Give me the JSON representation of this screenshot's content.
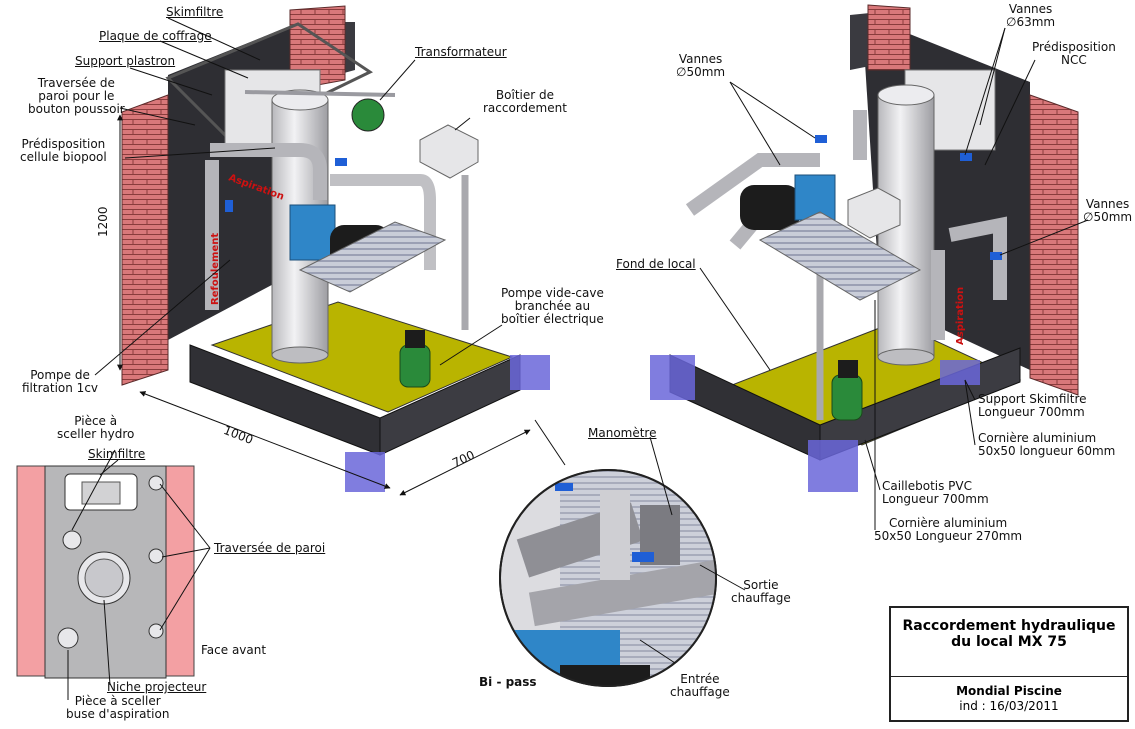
{
  "labels": {
    "skimfiltre_top": "Skimfiltre",
    "plaque_coffrage": "Plaque de coffrage",
    "support_plastron": "Support plastron",
    "traversee_1": "Traversée de",
    "traversee_2": "paroi pour le",
    "traversee_3": "bouton poussoir",
    "predisp_cellule_1": "Prédisposition",
    "predisp_cellule_2": "cellule biopool",
    "transformateur": "Transformateur",
    "boitier_1": "Boîtier de",
    "boitier_2": "raccordement",
    "pompe_vc_1": "Pompe vide-cave",
    "pompe_vc_2": "branchée au",
    "pompe_vc_3": "boîtier électrique",
    "pompe_filt_1": "Pompe de",
    "pompe_filt_2": "filtration 1cv",
    "aspiration_left": "Aspiration",
    "refoulement_left": "Refoulement",
    "vannes50_left_1": "Vannes",
    "vannes50_left_2": "∅50mm",
    "vannes63_1": "Vannes",
    "vannes63_2": "∅63mm",
    "predisp_ncc_1": "Prédisposition",
    "predisp_ncc_2": "NCC",
    "vannes50_right_1": "Vannes",
    "vannes50_right_2": "∅50mm",
    "fond_local": "Fond de local",
    "aspiration_right": "Aspiration",
    "support_skim_1": "Support Skimfiltre",
    "support_skim_2": "Longueur 700mm",
    "corniere60_1": "Cornière aluminium",
    "corniere60_2": "50x50 longueur 60mm",
    "caillebotis_1": "Caillebotis PVC",
    "caillebotis_2": "Longueur 700mm",
    "corniere270_1": "Cornière aluminium",
    "corniere270_2": "50x50 Longueur 270mm",
    "manometre": "Manomètre",
    "sortie_1": "Sortie",
    "sortie_2": "chauffage",
    "entree_1": "Entrée",
    "entree_2": "chauffage",
    "bipass": "Bi - pass",
    "piece_hydro_1": "Pièce à",
    "piece_hydro_2": "sceller hydro",
    "skimfiltre_front": "Skimfiltre",
    "traversee_paroi": "Traversée de paroi",
    "face_avant": "Face avant",
    "niche": "Niche projecteur",
    "piece_buse_1": "Pièce à sceller",
    "piece_buse_2": "buse d'aspiration"
  },
  "dimensions": {
    "height": "1200",
    "width": "1000",
    "depth": "700"
  },
  "title_block": {
    "title_1": "Raccordement hydraulique",
    "title_2": "du local MX 75",
    "company": "Mondial Piscine",
    "index": "ind : 16/03/2011"
  },
  "colors": {
    "wall": "#2e2e33",
    "block": "#d9787a",
    "floor": "#b9b400",
    "pvc": "#d2d2d4",
    "pump": "#2f86c8",
    "valve": "#1f5fd6",
    "grating": "#c9cdd8",
    "bracket": "#6a66d9",
    "plate": "#b7b7b9",
    "motor": "#1c1c1c",
    "green_pump": "#2a8a3a",
    "red_text": "#cc1111"
  }
}
